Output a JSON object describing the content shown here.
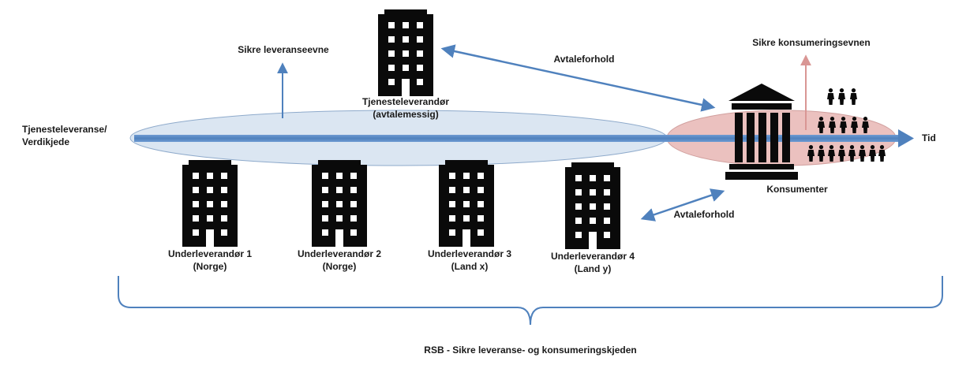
{
  "labels": {
    "value_chain_line1": "Tjenesteleveranse/",
    "value_chain_line2": "Verdikjede",
    "secure_delivery": "Sikre leveranseevne",
    "service_provider_line1": "Tjenesteleverandør",
    "service_provider_line2": "(avtalemessig)",
    "agreement_top": "Avtaleforhold",
    "secure_consumption": "Sikre konsumeringsevnen",
    "time": "Tid",
    "consumers": "Konsumenter",
    "agreement_bottom": "Avtaleforhold",
    "footer": "RSB - Sikre leveranse- og konsumeringskjeden"
  },
  "subcontractors": [
    {
      "name": "Underleverandør 1",
      "location": "(Norge)"
    },
    {
      "name": "Underleverandør 2",
      "location": "(Norge)"
    },
    {
      "name": "Underleverandør  3",
      "location": "(Land x)"
    },
    {
      "name": "Underleverandør 4",
      "location": "(Land y)"
    }
  ],
  "colors": {
    "ellipse_blue": "#dbe6f2",
    "ellipse_pink": "#e8b7b5",
    "arrow_blue": "#4f81bd",
    "arrow_pink": "#d99694",
    "icon_black": "#0a0a0a"
  }
}
